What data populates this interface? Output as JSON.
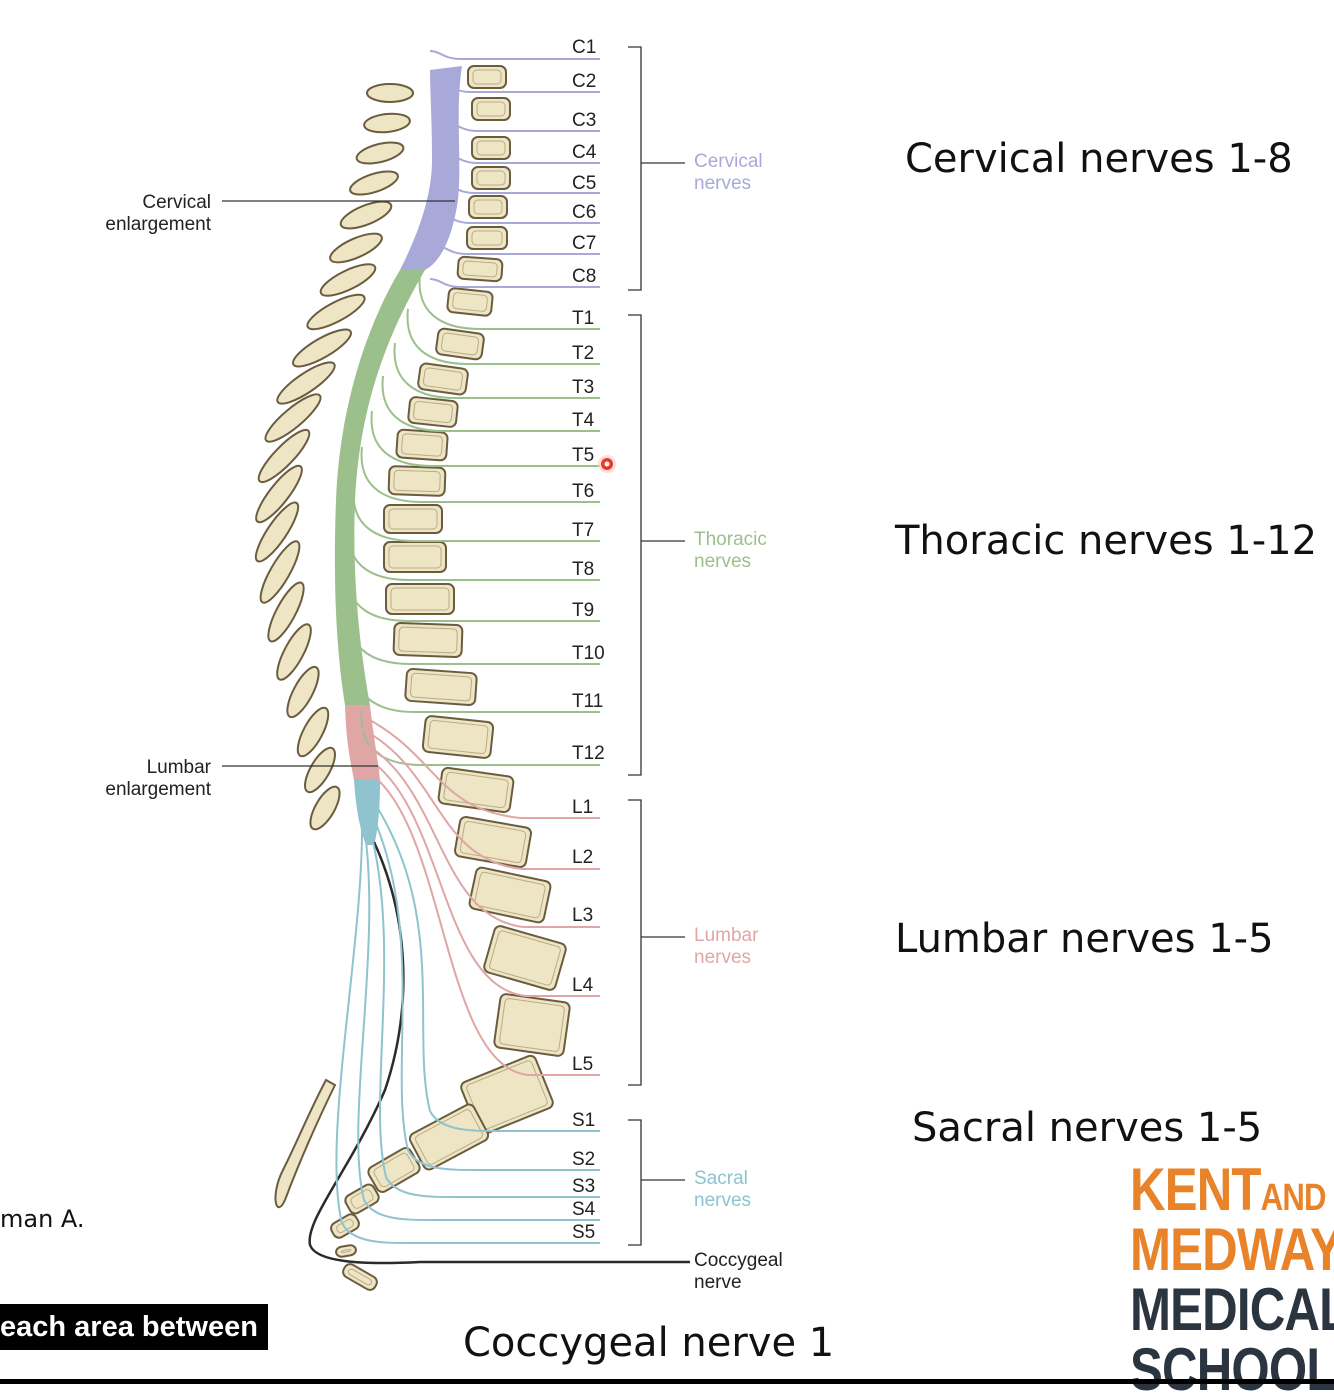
{
  "nerve_labels": {
    "cervical": [
      "C1",
      "C2",
      "C3",
      "C4",
      "C5",
      "C6",
      "C7",
      "C8"
    ],
    "thoracic": [
      "T1",
      "T2",
      "T3",
      "T4",
      "T5",
      "T6",
      "T7",
      "T8",
      "T9",
      "T10",
      "T11",
      "T12"
    ],
    "lumbar": [
      "L1",
      "L2",
      "L3",
      "L4",
      "L5"
    ],
    "sacral": [
      "S1",
      "S2",
      "S3",
      "S4",
      "S5"
    ]
  },
  "plexus_labels": {
    "cervical": [
      "Cervical",
      "nerves"
    ],
    "thoracic": [
      "Thoracic",
      "nerves"
    ],
    "lumbar": [
      "Lumbar",
      "nerves"
    ],
    "sacral": [
      "Sacral",
      "nerves"
    ],
    "coccygeal": [
      "Coccygeal",
      "nerve"
    ]
  },
  "side_labels": {
    "cervical_enlargement": [
      "Cervical",
      "enlargement"
    ],
    "lumbar_enlargement": [
      "Lumbar",
      "enlargement"
    ]
  },
  "headings": {
    "cervical": "Cervical nerves 1-8",
    "thoracic": "Thoracic nerves 1-12",
    "lumbar": "Lumbar nerves 1-5",
    "sacral": "Sacral nerves 1-5",
    "coccygeal": "Coccygeal nerve 1"
  },
  "credit": "man A.",
  "caption": "each area between",
  "logo": {
    "line1": "KENT",
    "line1_small": "AND",
    "line2": "MEDWAY",
    "line3": "MEDICAL",
    "line4": "SCHOOL"
  },
  "colors": {
    "cervical": "#a9a9d9",
    "thoracic": "#9cc08c",
    "lumbar": "#e0a6a6",
    "sacral": "#8ec3cf",
    "bone": "#eee5c4",
    "logo_orange": "#e8832a",
    "logo_dark": "#2b3540",
    "pointer": "#e53a2a"
  }
}
